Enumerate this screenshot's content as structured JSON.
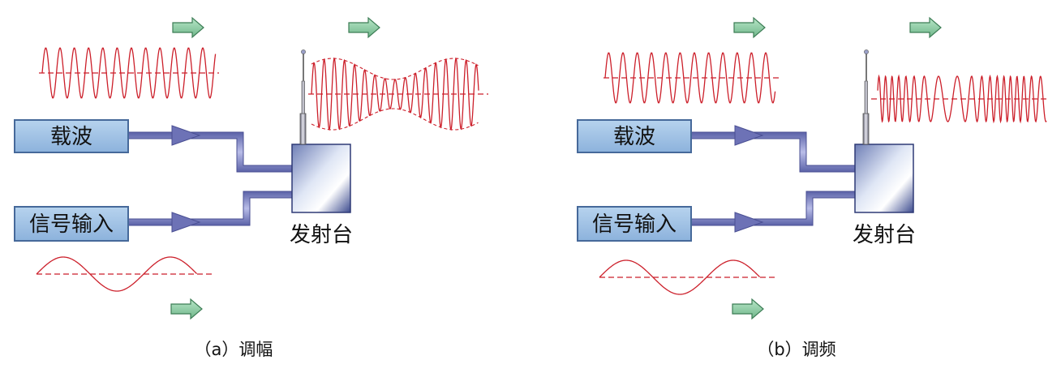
{
  "panels": [
    {
      "id": "a",
      "carrier_label": "载波",
      "signal_label": "信号输入",
      "transmitter_label": "发射台",
      "caption": "（a）调幅",
      "mode": "am"
    },
    {
      "id": "b",
      "carrier_label": "载波",
      "signal_label": "信号输入",
      "transmitter_label": "发射台",
      "caption": "（b）调频",
      "mode": "fm"
    }
  ],
  "colors": {
    "wave": "#cc1f2a",
    "box_fill": "#9ec0e4",
    "box_stroke": "#4a6f9e",
    "pipe": "#7a7fc0",
    "arrow_green": "#8fcea6",
    "arrow_stroke": "#3c7d55"
  }
}
